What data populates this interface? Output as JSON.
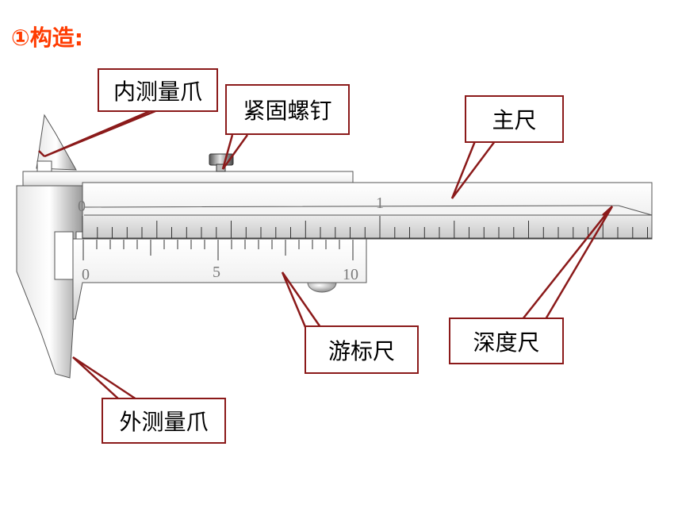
{
  "heading": "①构造:",
  "labels": {
    "inner_jaw": "内测量爪",
    "lock_screw": "紧固螺钉",
    "main_scale": "主尺",
    "vernier_scale": "游标尺",
    "depth_rod": "深度尺",
    "outer_jaw": "外测量爪"
  },
  "main_scale_numbers": [
    "0",
    "1"
  ],
  "vernier_numbers": [
    "0",
    "5",
    "10"
  ],
  "colors": {
    "heading": "#ff3b00",
    "callout_border": "#8b1a1a",
    "pointer": "#8b1a1a"
  }
}
